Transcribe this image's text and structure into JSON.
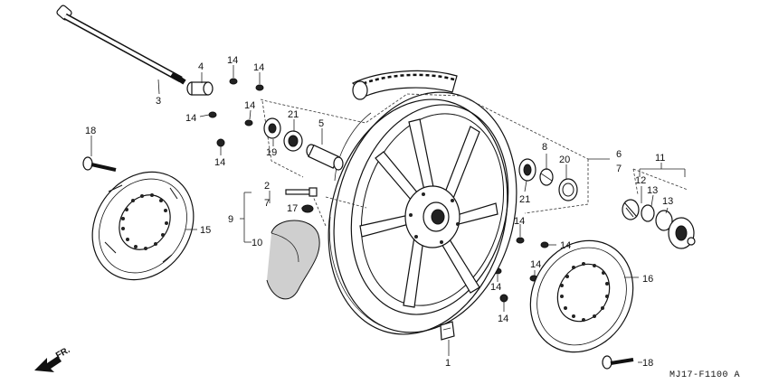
{
  "callouts": {
    "c1": "1",
    "c2": "2",
    "c3": "3",
    "c4": "4",
    "c5": "5",
    "c6": "6",
    "c7a": "7",
    "c7b": "7",
    "c8": "8",
    "c9": "9",
    "c10": "10",
    "c11": "11",
    "c12": "12",
    "c13a": "13",
    "c13b": "13",
    "c14a": "14",
    "c14b": "14",
    "c14c": "14",
    "c14d": "14",
    "c14e": "14",
    "c14f": "14",
    "c14g": "14",
    "c14h": "14",
    "c14i": "14",
    "c14j": "14",
    "c15": "15",
    "c16": "16",
    "c17": "17",
    "c18a": "18",
    "c18b": "18",
    "c19": "19",
    "c20": "20",
    "c21a": "21",
    "c21b": "21"
  },
  "front_marker": "FR.",
  "diagram_code": "MJ17-F1100 A"
}
